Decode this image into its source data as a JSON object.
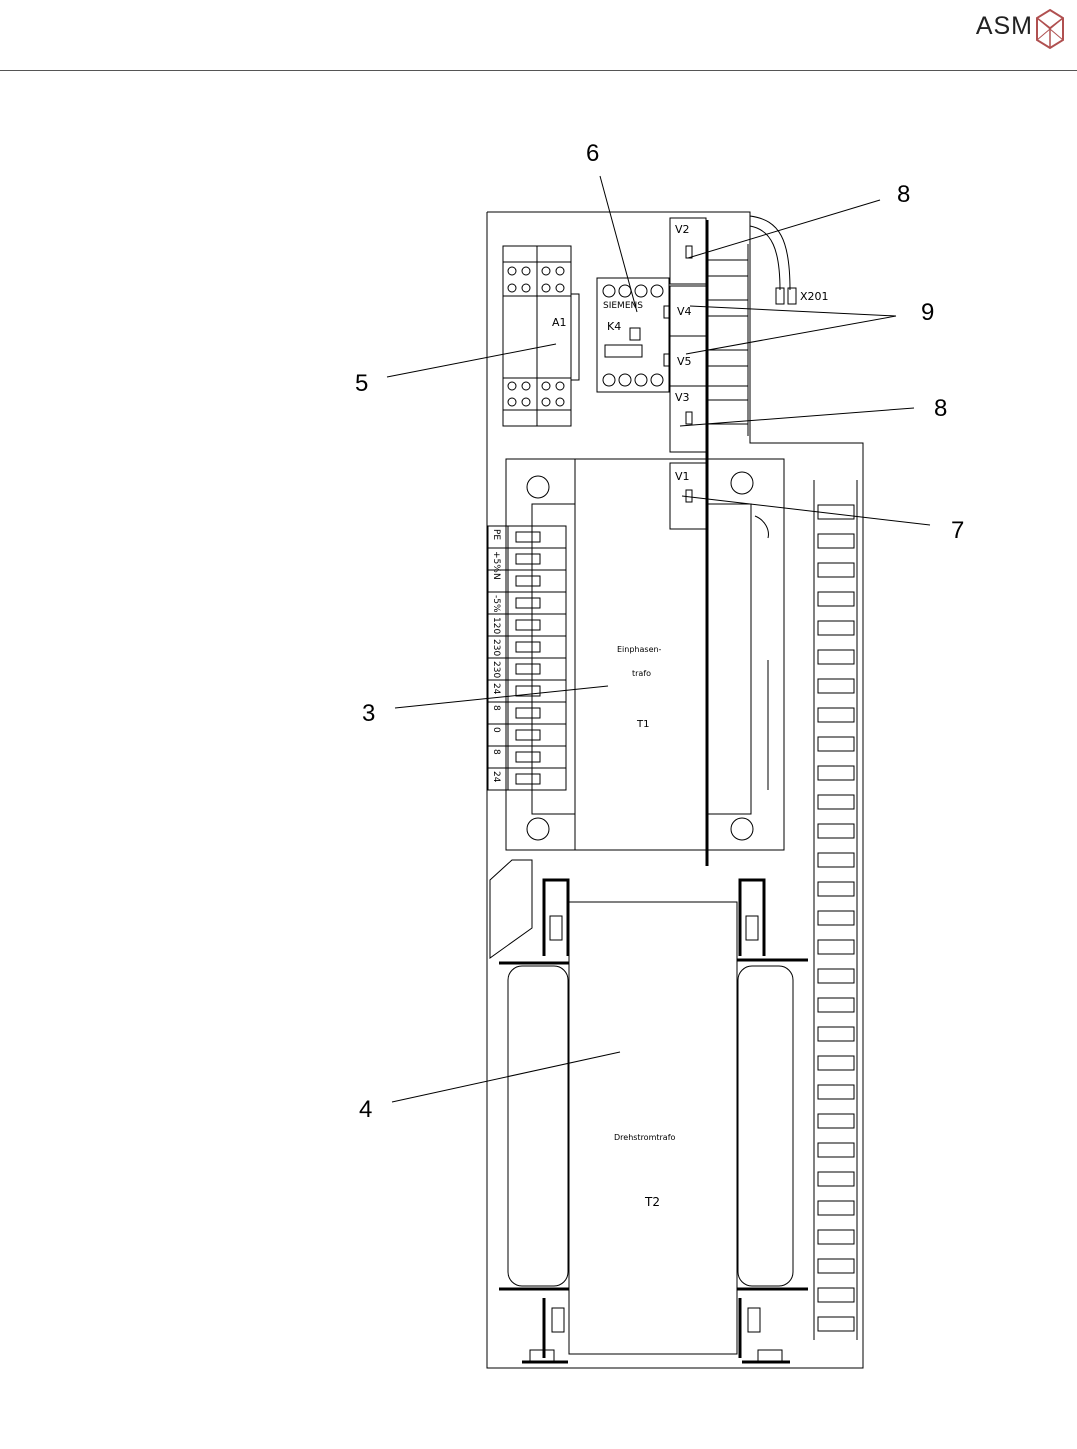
{
  "header": {
    "brand": "ASM"
  },
  "callouts": {
    "c3": "3",
    "c4": "4",
    "c5": "5",
    "c6": "6",
    "c7": "7",
    "c8a": "8",
    "c8b": "8",
    "c9": "9"
  },
  "components": {
    "a1": "A1",
    "k4": "K4",
    "siemens": "SIEMENS",
    "v1": "V1",
    "v2": "V2",
    "v3": "V3",
    "v4": "V4",
    "v5": "V5",
    "x201": "X201",
    "t1_name": "Einphasen-",
    "t1_name2": "trafo",
    "t1": "T1",
    "t2_name": "Drehstromtrafo",
    "t2": "T2"
  },
  "terminals": [
    "PE",
    "+5%",
    "N",
    "-5%",
    "120",
    "230",
    "230",
    "24",
    "8",
    "0",
    "8",
    "24"
  ]
}
